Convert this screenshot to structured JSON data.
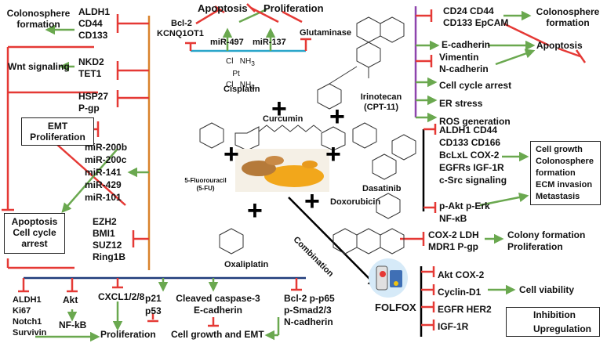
{
  "colors": {
    "inhibition": "#e53935",
    "upregulation": "#6aa84f",
    "bar_orange": "#d9822b",
    "bar_purple": "#8e44ad",
    "bar_blue": "#1f3b7a",
    "bar_cyan": "#2aa5c9"
  },
  "top": {
    "apoptosis": "Apoptosis",
    "proliferation": "Proliferation",
    "bcl2": "Bcl-2",
    "kcnq": "KCNQ1OT1",
    "mir497": "miR-497",
    "mir137": "miR-137",
    "glutaminase": "Glutaminase"
  },
  "left": {
    "g1": [
      "ALDH1",
      "CD44",
      "CD133"
    ],
    "g1_target": [
      "Colonosphere",
      "formation"
    ],
    "g2": [
      "NKD2",
      "TET1"
    ],
    "g2_target": "Wnt signaling",
    "g3": [
      "HSP27",
      "P-gp"
    ],
    "emt_box": [
      "EMT",
      "Proliferation"
    ],
    "mirs": [
      "miR-200b",
      "miR-200c",
      "miR-141",
      "miR-429",
      "miR-101"
    ],
    "apoptosis_box": [
      "Apoptosis",
      "Cell cycle",
      "arrest"
    ],
    "prc": [
      "EZH2",
      "BMI1",
      "SUZ12",
      "Ring1B"
    ]
  },
  "drugs": {
    "cisplatin": "Cisplatin",
    "irinotecan": [
      "Irinotecan",
      "(CPT-11)"
    ],
    "curcumin": "Curcumin",
    "fu": [
      "5-Fluorouracil",
      "(5-FU)"
    ],
    "dasatinib": "Dasatinib",
    "doxorubicin": "Doxorubicin",
    "oxaliplatin": "Oxaliplatin",
    "combination": "Combination",
    "folfox": "FOLFOX"
  },
  "right": {
    "r1": [
      "CD24 CD44",
      "CD133 EpCAM"
    ],
    "r1_target": [
      "Colonosphere",
      "formation"
    ],
    "r2": "E-cadherin",
    "r2_target": "Apoptosis",
    "r3": [
      "Vimentin",
      "N-cadherin"
    ],
    "r4": [
      "Cell cycle arrest",
      "ER stress",
      "ROS generation"
    ],
    "d1": [
      "ALDH1 CD44",
      "CD133 CD166",
      "BcLxL COX-2",
      "EGFRs IGF-1R",
      "c-Src signaling"
    ],
    "d2": [
      "p-Akt p-Erk",
      "NF-κB"
    ],
    "d_box": [
      "Cell growth",
      "Colonosphere",
      "formation",
      "ECM invasion",
      "Metastasis"
    ],
    "dox": [
      "COX-2 LDH",
      "MDR1 P-gp"
    ],
    "dox_target": [
      "Colony formation",
      "Proliferation"
    ],
    "folfox": [
      "Akt COX-2",
      "Cyclin-D1",
      "EGFR HER2",
      "IGF-1R"
    ],
    "folfox_target": "Cell viability"
  },
  "bottom": {
    "b1": [
      "ALDH1",
      "Ki67",
      "Notch1",
      "Survivin"
    ],
    "akt": "Akt",
    "nfkb": "NF-kB",
    "cxcl": "CXCL1/2/8",
    "p21": "p21",
    "p53": "p53",
    "prolif": "Proliferation",
    "cleaved": [
      "Cleaved caspase-3",
      "E-cadherin"
    ],
    "growth": "Cell growth and EMT",
    "bcl": [
      "Bcl-2 p-p65",
      "p-Smad2/3",
      "N-cadherin"
    ]
  },
  "legend": {
    "inhibition": "Inhibition",
    "upregulation": "Upregulation"
  }
}
